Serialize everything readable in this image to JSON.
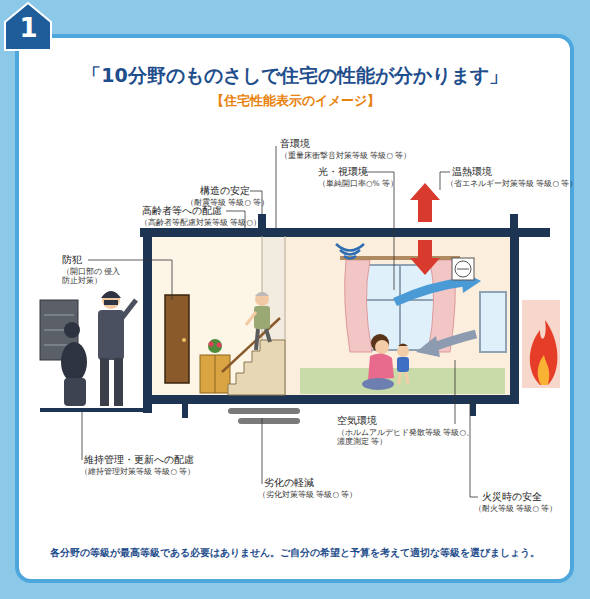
{
  "diagram": {
    "title": "「10分野のものさしで住宅の性能が分かります」",
    "caption": "各分野の等級が最高等級である必要はありません。ご自分の希望と予算を考えて適切な等級を選びましょう。",
    "labels": [
      "1",
      "【住宅性能表示のイメージ】",
      "音環境",
      "（重量床衝撃音対策等級 等級○ 等）",
      "構造の安定",
      "（耐震等級 等級○ 等）",
      "光・視環境",
      "（単純開口率○% 等）",
      "温熱環境",
      "（省エネルギー対策等級 等級○ 等）",
      "高齢者等への配慮",
      "（高齢者等配慮対策等級 等級○）",
      "防犯",
      "（開口部の 侵入防止対策）",
      "空気環境",
      "（ホルムアルデヒド発散等級 等級○、 濃度測定 等）",
      "維持管理・更新への配慮",
      "（維持管理対策等級 等級○ 等）",
      "劣化の軽減",
      "（劣化対策等級 等級○ 等）",
      "火災時の安全",
      "（耐火等級 等級○ 等）"
    ]
  }
}
